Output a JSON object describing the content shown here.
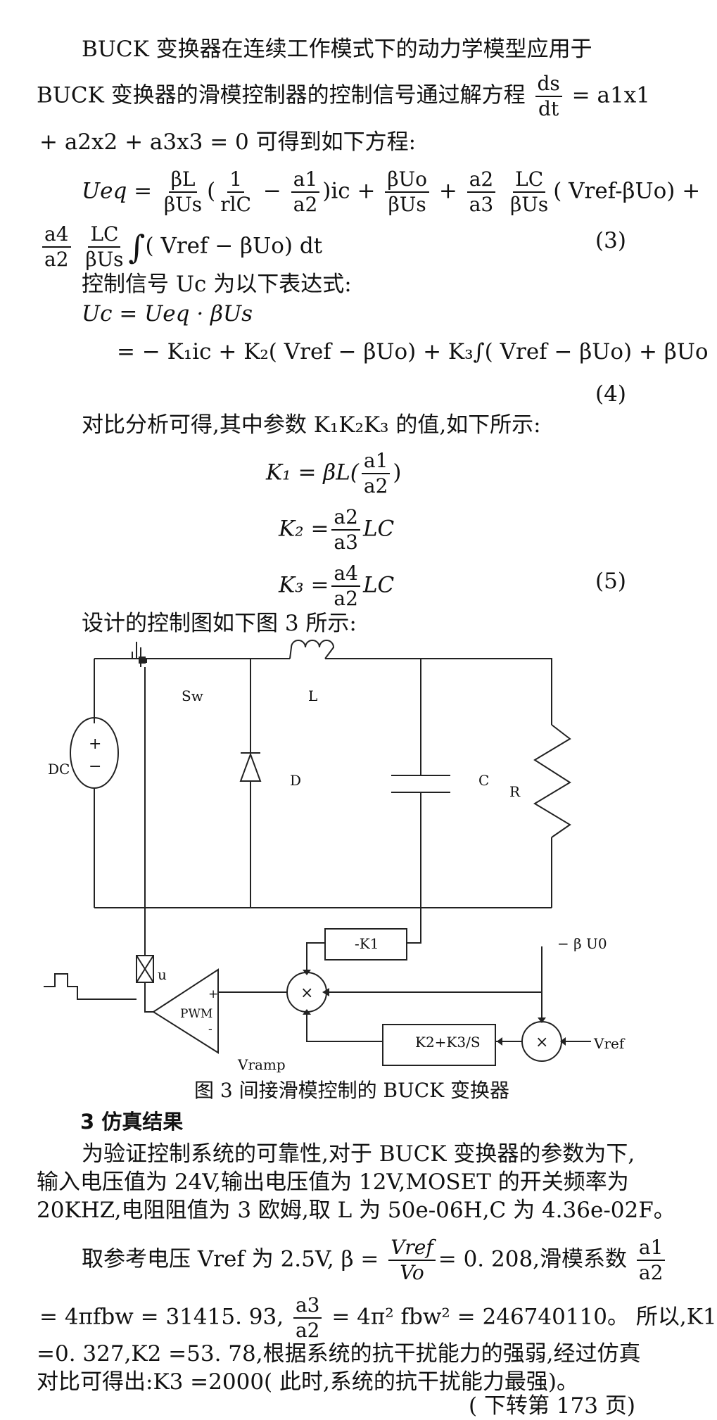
{
  "para1": {
    "line1": "BUCK 变换器在连续工作模式下的动力学模型应用于",
    "line2": "BUCK 变换器的滑模控制器的控制信号通过解方程",
    "line2_frac_num": "ds",
    "line2_frac_den": "dt",
    "line2_tail": "= a1x1",
    "line3": "+ a2x2 + a3x3 = 0 可得到如下方程:"
  },
  "eq3": {
    "lhs": "Ueq =",
    "f1_num": "βL",
    "f1_den": "βUs",
    "f2_num": "1",
    "f2_den": "rlC",
    "minus": "−",
    "f3_num": "a1",
    "f3_den": "a2",
    "ic": ")ic +",
    "f4_num": "βUo",
    "f4_den": "βUs",
    "plus": "+",
    "f5_num": "a2",
    "f5_den": "a3",
    "f6_num": "LC",
    "f6_den": "βUs",
    "tail1": "( Vref-βUo) +",
    "f7_num": "a4",
    "f7_den": "a2",
    "f8_num": "LC",
    "f8_den": "βUs",
    "tail2": "( Vref − βUo) dt",
    "number": "(3)"
  },
  "para2": {
    "line1": "控制信号 Uc 为以下表达式:",
    "line2": "Uc = Ueq · βUs",
    "line3": "= − K₁ic + K₂( Vref − βUo) + K₃∫( Vref − βUo) + βUo",
    "number": "(4)"
  },
  "para3": {
    "line1": "对比分析可得,其中参数 K₁K₂K₃ 的值,如下所示:",
    "k1_lhs": "K₁ = βL(",
    "k1_num": "a1",
    "k1_den": "a2",
    "k1_tail": ")",
    "k2_lhs": "K₂ =",
    "k2_num": "a2",
    "k2_den": "a3",
    "k2_tail": "LC",
    "k3_lhs": "K₃ =",
    "k3_num": "a4",
    "k3_den": "a2",
    "k3_tail": "LC",
    "number": "(5)"
  },
  "para4": {
    "line1": "设计的控制图如下图 3 所示:"
  },
  "circuit": {
    "label_sw": "Sw",
    "label_l": "L",
    "label_dc": "DC",
    "label_d": "D",
    "label_c": "C",
    "label_r": "R",
    "label_plus": "+",
    "label_minus": "−",
    "label_k1": "-K1",
    "label_beta": "− β U0",
    "label_u": "u",
    "label_pwm": "PWM",
    "label_pwm_plus": "+",
    "label_pwm_minus": "-",
    "label_times1": "×",
    "label_k23": "K2+K3/S",
    "label_times2": "×",
    "label_vref": "Vref",
    "label_vramp": "Vramp"
  },
  "caption": "图 3 间接滑模控制的 BUCK 变换器",
  "section": "3 仿真结果",
  "para5": {
    "line1": "为验证控制系统的可靠性,对于 BUCK 变换器的参数为下,",
    "line2": "输入电压值为 24V,输出电压值为 12V,MOSET 的开关频率为",
    "line3": "20KHZ,电阻阻值为 3 欧姆,取 L 为 50e-06H,C 为 4.36e-02F。"
  },
  "para6": {
    "pre": "取参考电压 Vref 为 2.5V, β =",
    "f1_num": "Vref",
    "f1_den": "Vo",
    "mid": "= 0. 208,滑模系数",
    "f2_num": "a1",
    "f2_den": "a2",
    "l2_pre": "= 4πfbw = 31415. 93,",
    "f3_num": "a3",
    "f3_den": "a2",
    "l2_tail": "= 4π² fbw² = 246740110。 所以,K1",
    "line3": "=0. 327,K2 =53. 78,根据系统的抗干扰能力的强弱,经过仿真",
    "line4": "对比可得出:K3 =2000( 此时,系统的抗干扰能力最强)。",
    "line5": "( 下转第 173 页)"
  }
}
